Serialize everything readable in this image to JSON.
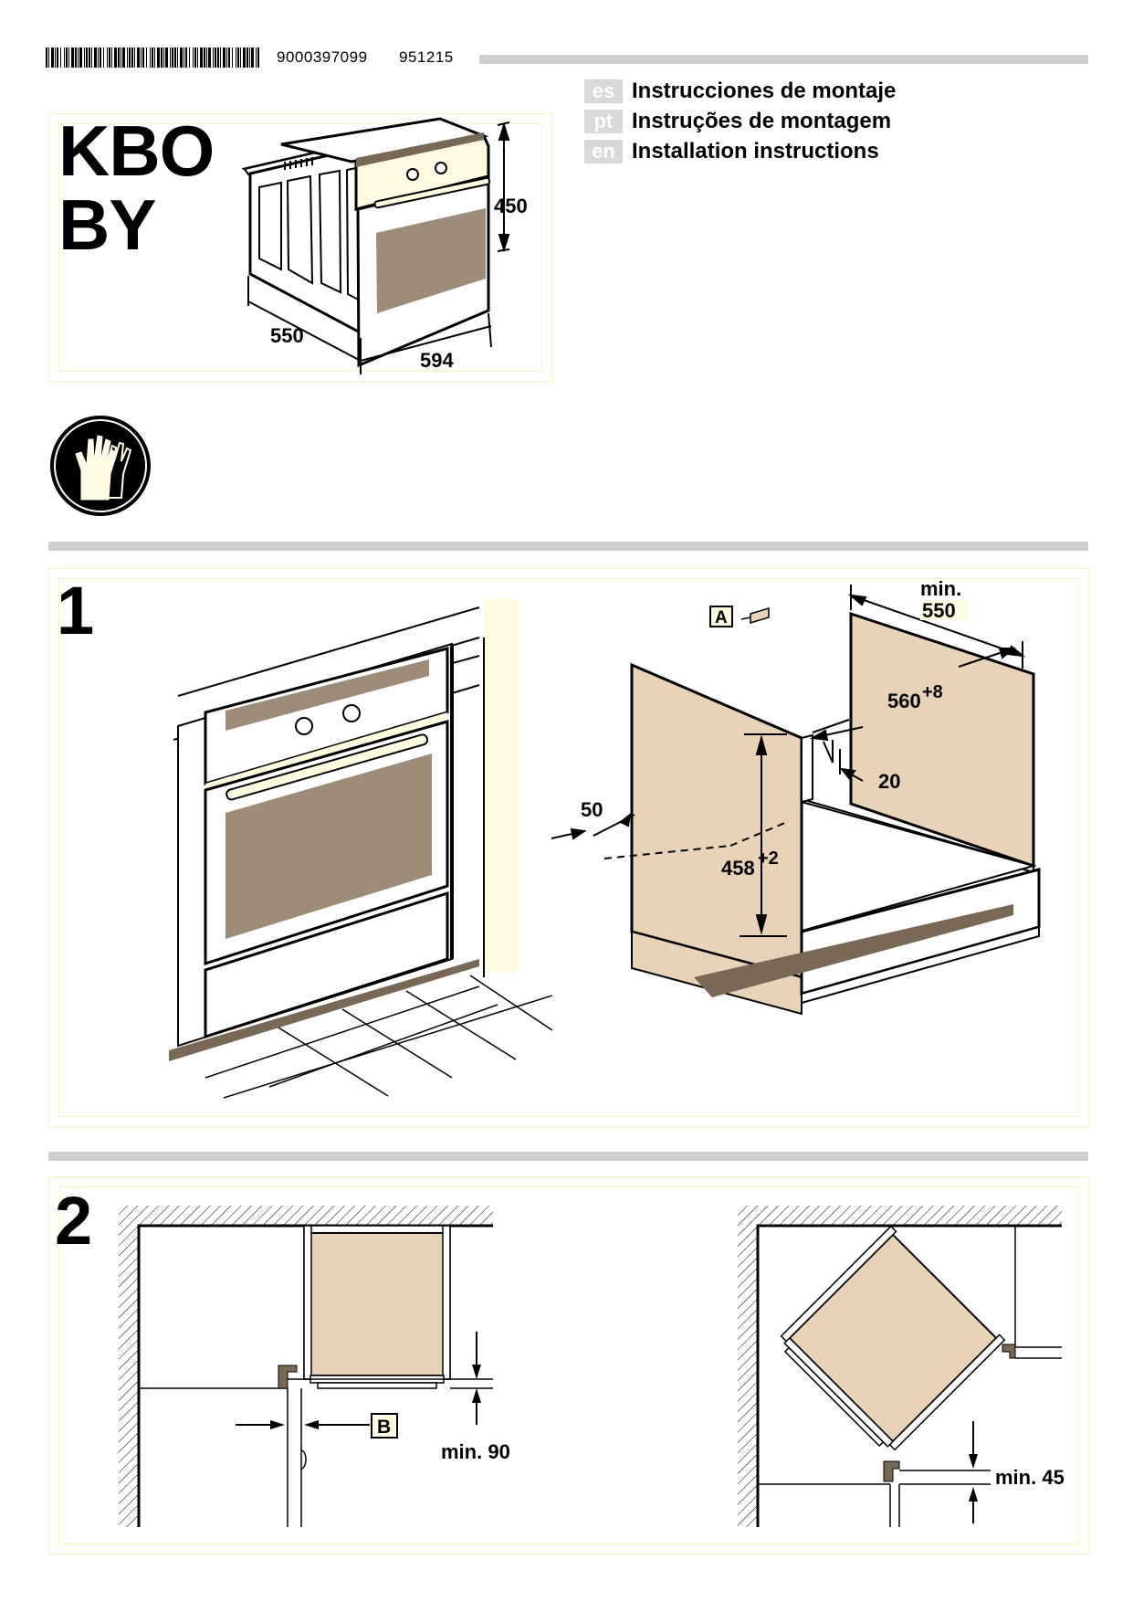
{
  "header": {
    "document_number": "9000397099",
    "date_code": "951215"
  },
  "languages": [
    {
      "code": "es",
      "title": "Instrucciones de montaje"
    },
    {
      "code": "pt",
      "title": "Instruções de montagem"
    },
    {
      "code": "en",
      "title": "Installation instructions"
    }
  ],
  "model": {
    "line1": "KBO",
    "line2": "BY"
  },
  "appliance_dims": {
    "height": "450",
    "depth": "550",
    "width": "594"
  },
  "step1": {
    "number": "1",
    "label_a": "A",
    "min_depth_label": "min.",
    "min_depth_value": "550",
    "width_base": "560",
    "width_tol": "+8",
    "gap": "20",
    "back": "50",
    "height_base": "458",
    "height_tol": "+2"
  },
  "step2": {
    "number": "2",
    "label_b": "B",
    "min_90": "min. 90",
    "min_45": "min. 45"
  },
  "colors": {
    "wood": "#e8d3b8",
    "oven_window": "#9e8c78",
    "highlight": "#fffbe0",
    "panel_border": "#fbf2c4",
    "rule_grey": "#cfcfcf"
  },
  "icons": [
    "barcode-icon",
    "protective-gloves-icon"
  ]
}
